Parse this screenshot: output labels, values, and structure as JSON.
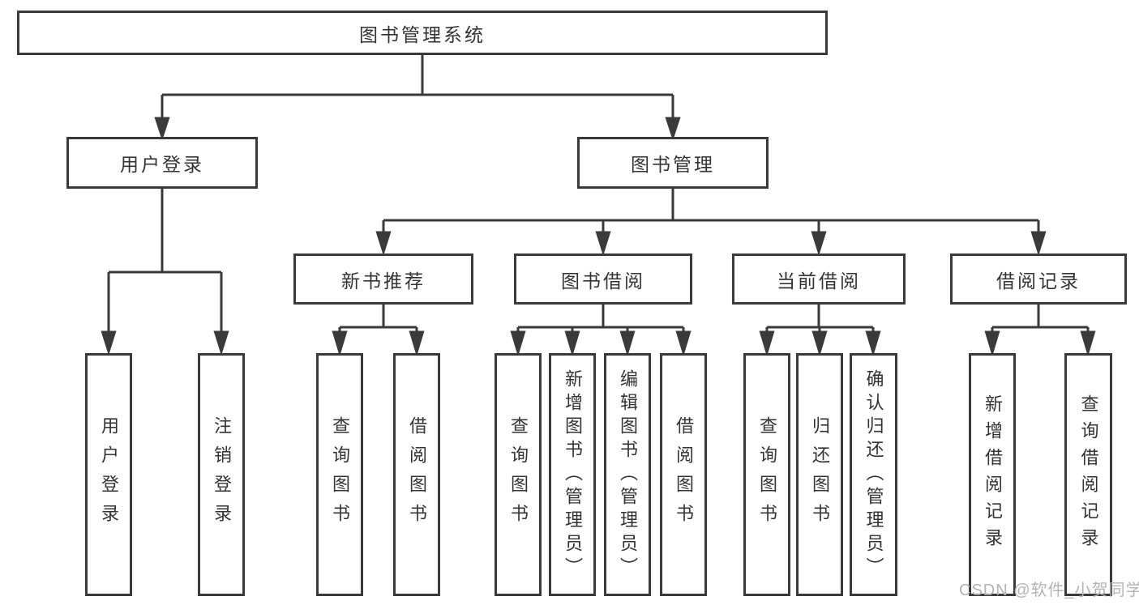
{
  "diagram_title": "图书管理系统",
  "tree": {
    "root": {
      "label": "图书管理系统",
      "children": [
        {
          "label": "用户登录",
          "children": [
            {
              "label": "用户登录"
            },
            {
              "label": "注销登录"
            }
          ]
        },
        {
          "label": "图书管理",
          "children": [
            {
              "label": "新书推荐",
              "children": [
                {
                  "label": "查询图书"
                },
                {
                  "label": "借阅图书"
                }
              ]
            },
            {
              "label": "图书借阅",
              "children": [
                {
                  "label": "查询图书"
                },
                {
                  "label": "新增图书（管理员）"
                },
                {
                  "label": "编辑图书（管理员）"
                },
                {
                  "label": "借阅图书"
                }
              ]
            },
            {
              "label": "当前借阅",
              "children": [
                {
                  "label": "查询图书"
                },
                {
                  "label": "归还图书"
                },
                {
                  "label": "确认归还（管理员）"
                }
              ]
            },
            {
              "label": "借阅记录",
              "children": [
                {
                  "label": "新增借阅记录"
                },
                {
                  "label": "查询借阅记录"
                }
              ]
            }
          ]
        }
      ]
    }
  },
  "watermark": {
    "text": "CSDN @软件_小贺同学"
  },
  "colors": {
    "line": "#3a3a3a",
    "text": "#333333",
    "watermark": "#b3b3b3",
    "background": "#ffffff"
  }
}
